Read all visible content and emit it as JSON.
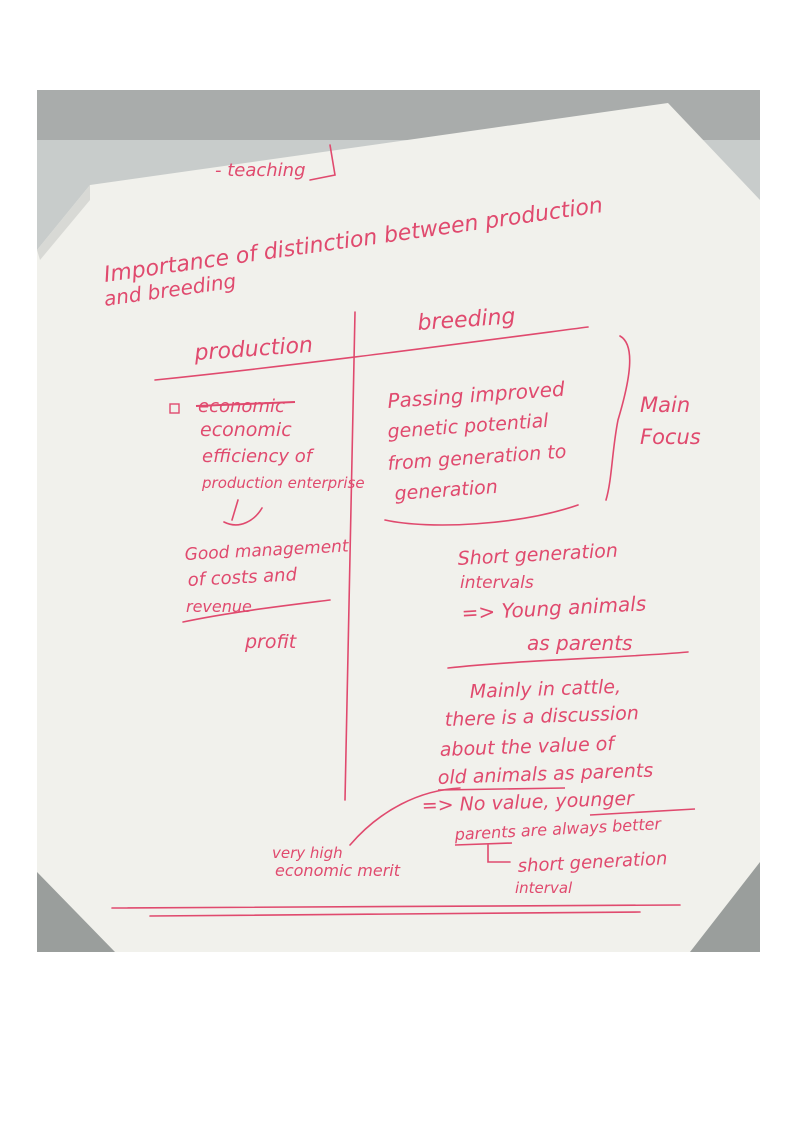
{
  "colors": {
    "ink": "#e04a6e",
    "board": "#f2f2ee",
    "frame": "#9ea2a0",
    "wall": "#c9cdcc",
    "page": "#ffffff"
  },
  "board": {
    "top_fragment": "- teaching",
    "title_line1": "Importance of distinction between production",
    "title_line2": "and breeding",
    "production": {
      "heading": "production",
      "crossed_out": "economic",
      "lines": [
        "economic",
        "efficiency of",
        "production enterprise"
      ],
      "good_lines": [
        "Good management",
        "of costs and",
        "revenue"
      ],
      "profit": "profit"
    },
    "breeding": {
      "heading": "breeding",
      "lines": [
        "Passing improved",
        "genetic potential",
        "from generation to",
        "generation"
      ],
      "main_focus": [
        "Main",
        "Focus"
      ],
      "short_gen": [
        "Short generation",
        "intervals"
      ],
      "young": [
        "=> Young animals",
        "as parents"
      ],
      "cattle": [
        "Mainly in cattle,",
        "there is a discussion",
        "about the value of",
        "old animals as parents"
      ],
      "no_value": [
        "=> No value, younger",
        "parents are always better"
      ],
      "short_interval": [
        "short generation",
        "interval"
      ]
    },
    "merit": [
      "very high",
      "economic merit"
    ]
  }
}
